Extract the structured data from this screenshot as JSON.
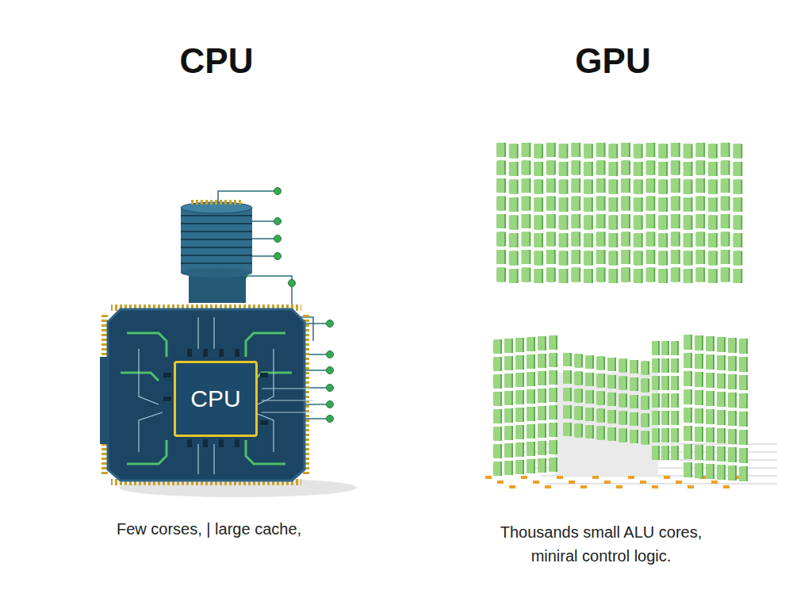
{
  "diagram": {
    "nodes": [
      {
        "text": [
          "CPU"
        ]
      }
    ],
    "labels": [
      "CPU",
      "GPU",
      "Few corses, | large cache,",
      "Thousands small ALU cores, miniral control logic."
    ]
  }
}
